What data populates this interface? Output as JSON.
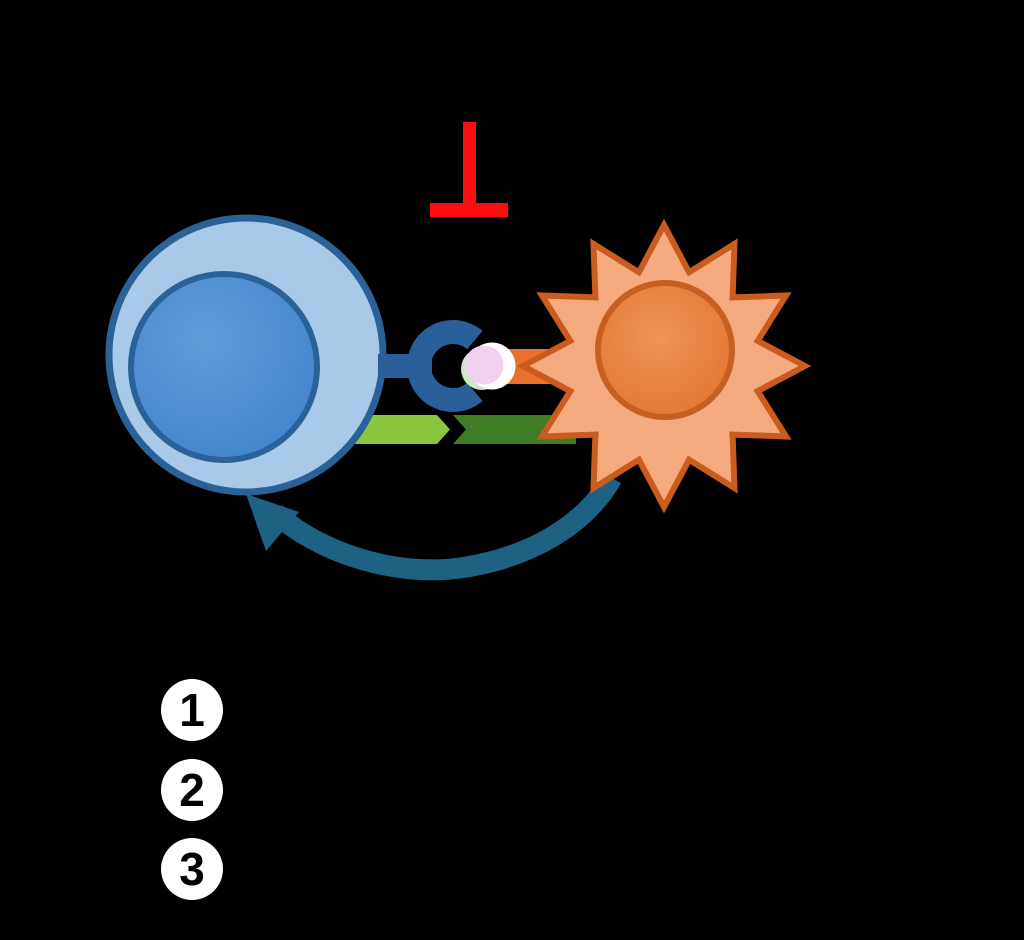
{
  "diagram": {
    "background": "#000000",
    "inhibition": {
      "color": "#fb0e0e"
    },
    "t_cell": {
      "body_fill": "#a9c9e9",
      "border": "#2a6298",
      "nucleus_inner": "#5e9bd9",
      "nucleus_outer": "#4284cb"
    },
    "receptor": {
      "color": "#2b5f9a"
    },
    "mhc_stick": {
      "color": "#e8712e"
    },
    "antigen": {
      "green": "#c7ebc4",
      "white": "#ffffff",
      "pink": "#f0d0ec"
    },
    "apc_cell": {
      "body_fill": "#f4aa7e",
      "border": "#c95c1e",
      "nucleus_inner": "#ee9558",
      "nucleus_outer": "#e0722e",
      "nucleus_border": "#c65f22"
    },
    "signal_arrows": {
      "light_green": "#8cc63e",
      "dark_green": "#3e7d26"
    },
    "feedback_arrow": {
      "color": "#1d6183"
    },
    "legend": {
      "marker_fill": "#ffffff",
      "marker_text_color": "#000000",
      "items": [
        {
          "number": "1"
        },
        {
          "number": "2"
        },
        {
          "number": "3"
        }
      ]
    }
  }
}
